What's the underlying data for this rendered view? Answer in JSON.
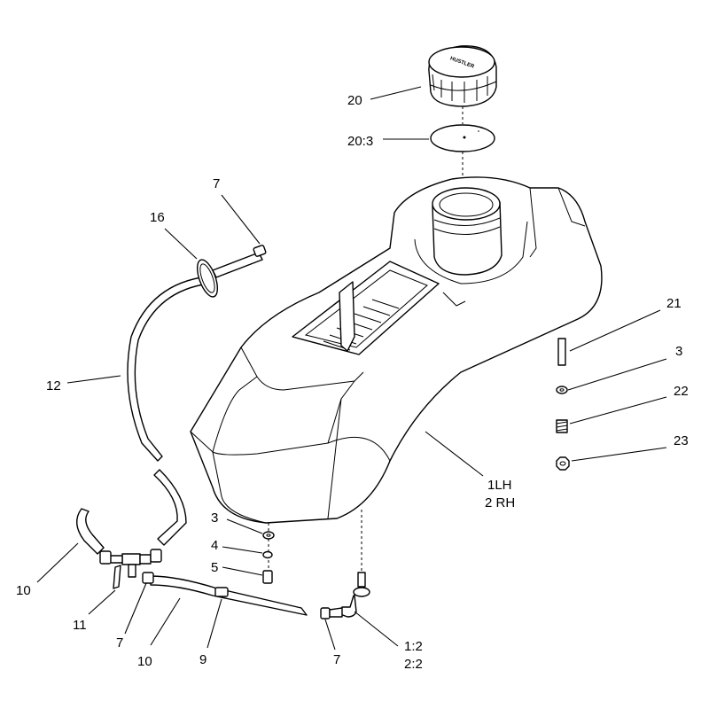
{
  "callouts": {
    "c20": "20",
    "c20_3": "20:3",
    "c7_top": "7",
    "c16": "16",
    "c12": "12",
    "c21": "21",
    "c3_right": "3",
    "c22": "22",
    "c23": "23",
    "c1lh_line1": "1LH",
    "c1lh_line2": "2 RH",
    "c3_left": "3",
    "c4": "4",
    "c5": "5",
    "c10_left": "10",
    "c11": "11",
    "c7_tee": "7",
    "c10_bottom": "10",
    "c9": "9",
    "c7_bottom": "7",
    "c12_2_line1": "1:2",
    "c12_2_line2": "2:2"
  },
  "logo_text": "HUSTLER",
  "colors": {
    "line": "#000000",
    "background": "#ffffff"
  }
}
